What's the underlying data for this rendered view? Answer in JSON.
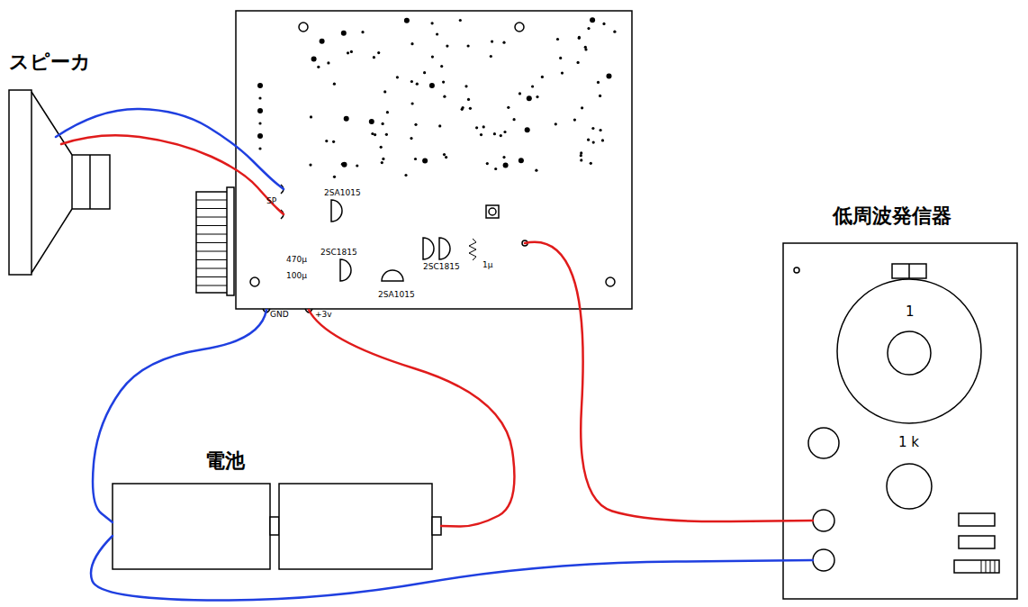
{
  "diagram": {
    "nodes": [
      {
        "text": [
          "スピーカ"
        ]
      },
      {
        "text": [
          "SP",
          "GND",
          "+3v"
        ]
      },
      {
        "text": [
          "電池"
        ]
      },
      {
        "text": [
          "低周波発信器",
          "1",
          "1 k"
        ]
      }
    ],
    "edges": [
      {
        "from": 0,
        "to": 1,
        "arrow": "none"
      },
      {
        "from": 0,
        "to": 1,
        "arrow": "none"
      },
      {
        "from": 1,
        "to": 2,
        "arrow": "none"
      },
      {
        "from": 1,
        "to": 2,
        "arrow": "none"
      },
      {
        "from": 1,
        "to": 3,
        "arrow": "none"
      },
      {
        "from": 2,
        "to": 3,
        "arrow": "none"
      }
    ],
    "labels": [
      "2SA1015",
      "2SC1815",
      "2SA1015",
      "2SC1815",
      "470μ",
      "100μ",
      "1μ"
    ]
  }
}
